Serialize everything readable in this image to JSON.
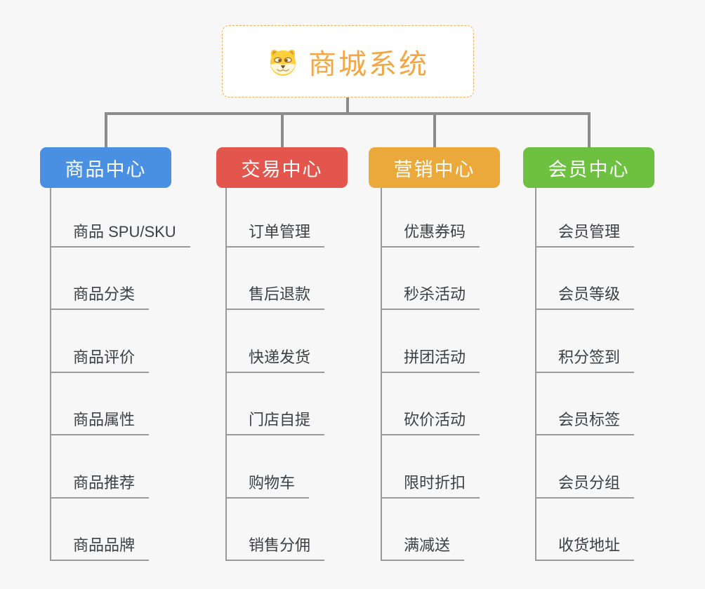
{
  "page": {
    "background_color": "#f7f7f7",
    "connector_color": "#8c8c8c",
    "leaf_line_color": "#9a9a9a",
    "leaf_text_color": "#3b4045"
  },
  "root": {
    "title": "商城系统",
    "icon": "doge-face-icon",
    "accent_color": "#f2a644",
    "border_color": "#f0b058",
    "background": "#ffffff"
  },
  "tree": {
    "branches": [
      {
        "label": "商品中心",
        "color": "#4a90e2",
        "children": [
          "商品 SPU/SKU",
          "商品分类",
          "商品评价",
          "商品属性",
          "商品推荐",
          "商品品牌"
        ]
      },
      {
        "label": "交易中心",
        "color": "#e2564e",
        "children": [
          "订单管理",
          "售后退款",
          "快递发货",
          "门店自提",
          "购物车",
          "销售分佣"
        ]
      },
      {
        "label": "营销中心",
        "color": "#eba93c",
        "children": [
          "优惠券码",
          "秒杀活动",
          "拼团活动",
          "砍价活动",
          "限时折扣",
          "满减送"
        ]
      },
      {
        "label": "会员中心",
        "color": "#6ec140",
        "children": [
          "会员管理",
          "会员等级",
          "积分签到",
          "会员标签",
          "会员分组",
          "收货地址"
        ]
      }
    ]
  }
}
